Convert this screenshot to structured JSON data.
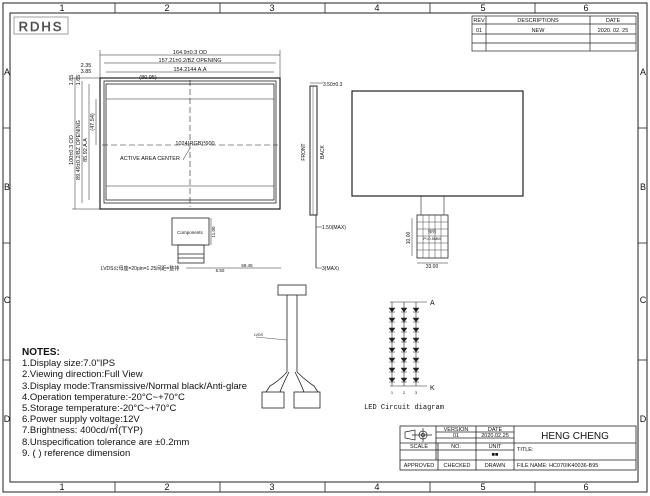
{
  "title_block_top": {
    "headers": {
      "rev": "REV",
      "description": "DESCRIPTIONS",
      "date": "DATE"
    },
    "row": {
      "rev": "01",
      "description": "NEW",
      "date": "2020. 02. 25"
    }
  },
  "border": {
    "cols": [
      "1",
      "2",
      "3",
      "4",
      "5",
      "6"
    ],
    "rows": [
      "A",
      "B",
      "C",
      "D"
    ]
  },
  "rohs": "RDHS",
  "front_view": {
    "od_width": "164.9±0.3 OD",
    "opening_width": "157.21±0.2/BZ OPENING",
    "aa_width": "154.2144 A.A",
    "inner_width": "(80.95)",
    "left_dim_1": "2.35",
    "left_dim_2": "3.85",
    "left_dim_3": "1.85",
    "left_dim_4": "1.65",
    "od_height": "100±0.3 OD",
    "opening_height": "89.49±0.2/BZ OPENING",
    "aa_height": "85.92 A.A",
    "inner_height": "(47.54)",
    "resolution": "1024(RGB)*600",
    "active_area_center": "ACTIVE AREA CENTER",
    "components": "Components",
    "fpc_height": "11.00",
    "lvds_note": "LVDS公母座=20pin=1.25间距=整排",
    "fpc_dim_1": "6.50",
    "fpc_dim_2": "69.45"
  },
  "side_view": {
    "front_label": "FRONT",
    "back_label": "BACK",
    "thickness": "3.50±0.3",
    "dim_max_1": "1.50(MAX)",
    "dim_max_2": "3(MAX)"
  },
  "back_view": {
    "conn_height": "10.00",
    "conn_width": "33.00",
    "conn_label_1": "排列",
    "conn_label_2": "P=0.5MM"
  },
  "cable": {
    "label": "LVDS"
  },
  "led": {
    "anode": "A",
    "cathode": "K",
    "caption": "LED Circuit diagram",
    "pins": [
      "1",
      "2",
      "3"
    ]
  },
  "notes": {
    "heading": "NOTES:",
    "items": [
      "1.Display size:7.0\"IPS",
      "2.Viewing direction:Full View",
      "3.Display mode:Transmissive/Normal black/Anti-glare",
      "4.Operation temperature:-20°C~+70°C",
      "5.Storage temperature:-20°C~+70°C",
      "6.Power supply voltage:12V",
      "7.Brightness: 400cd/㎡(TYP)",
      "8.Unspecification tolerance are ±0.2mm",
      "9. ( ) reference dimension"
    ]
  },
  "title_block": {
    "version_label": "VERSION",
    "date_label": "DATE",
    "company": "HENG CHENG",
    "version": "01",
    "date": "2020.02.25",
    "scale_label": "SCALE",
    "no_label": "NO.",
    "unit_label": "UNIT",
    "title_label": "TITLE:",
    "unit_value": "■■",
    "approved_label": "APPROVED",
    "checked_label": "CHECKED",
    "drawn_label": "DRAWN",
    "file_name": "FILE NAME: HC070IK40036-B95"
  }
}
